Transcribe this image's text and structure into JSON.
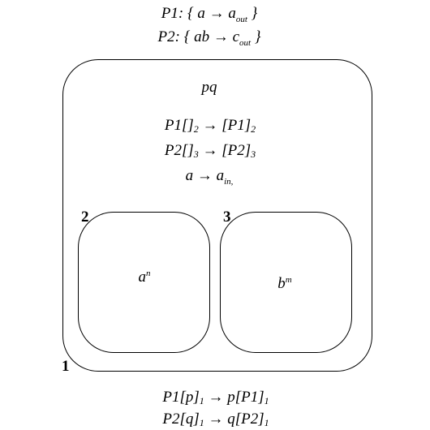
{
  "top_rules": {
    "p1": {
      "name": "P1",
      "sep": ": { ",
      "lhs": "a",
      "arrow": "→",
      "rhs": "a",
      "rhs_sub": "out",
      "close": " }"
    },
    "p2": {
      "name": "P2",
      "sep": ": { ",
      "lhs": "ab",
      "arrow": "→",
      "rhs": "c",
      "rhs_sub": "out",
      "close": " }"
    }
  },
  "skin": {
    "label": "1",
    "content": "pq",
    "rules": [
      {
        "lhs": "P1[]",
        "lhs_sub": "2",
        "arrow": "→",
        "rhs": "[P1]",
        "rhs_sub": "2"
      },
      {
        "lhs": "P2[]",
        "lhs_sub": "3",
        "arrow": "→",
        "rhs": "[P2]",
        "rhs_sub": "3"
      }
    ],
    "rule_a": {
      "lhs": "a",
      "arrow": "→",
      "rhs": "a",
      "rhs_sub": "in,"
    }
  },
  "membrane_2": {
    "label": "2",
    "base": "a",
    "sup": "n"
  },
  "membrane_3": {
    "label": "3",
    "base": "b",
    "sup": "m"
  },
  "bottom_rules": [
    {
      "lhs": "P1[p]",
      "lhs_sub": "1",
      "arrow": "→",
      "rhs": "p[P1]",
      "rhs_sub": "1"
    },
    {
      "lhs": "P2[q]",
      "lhs_sub": "1",
      "arrow": "→",
      "rhs": "q[P2]",
      "rhs_sub": "1"
    }
  ]
}
